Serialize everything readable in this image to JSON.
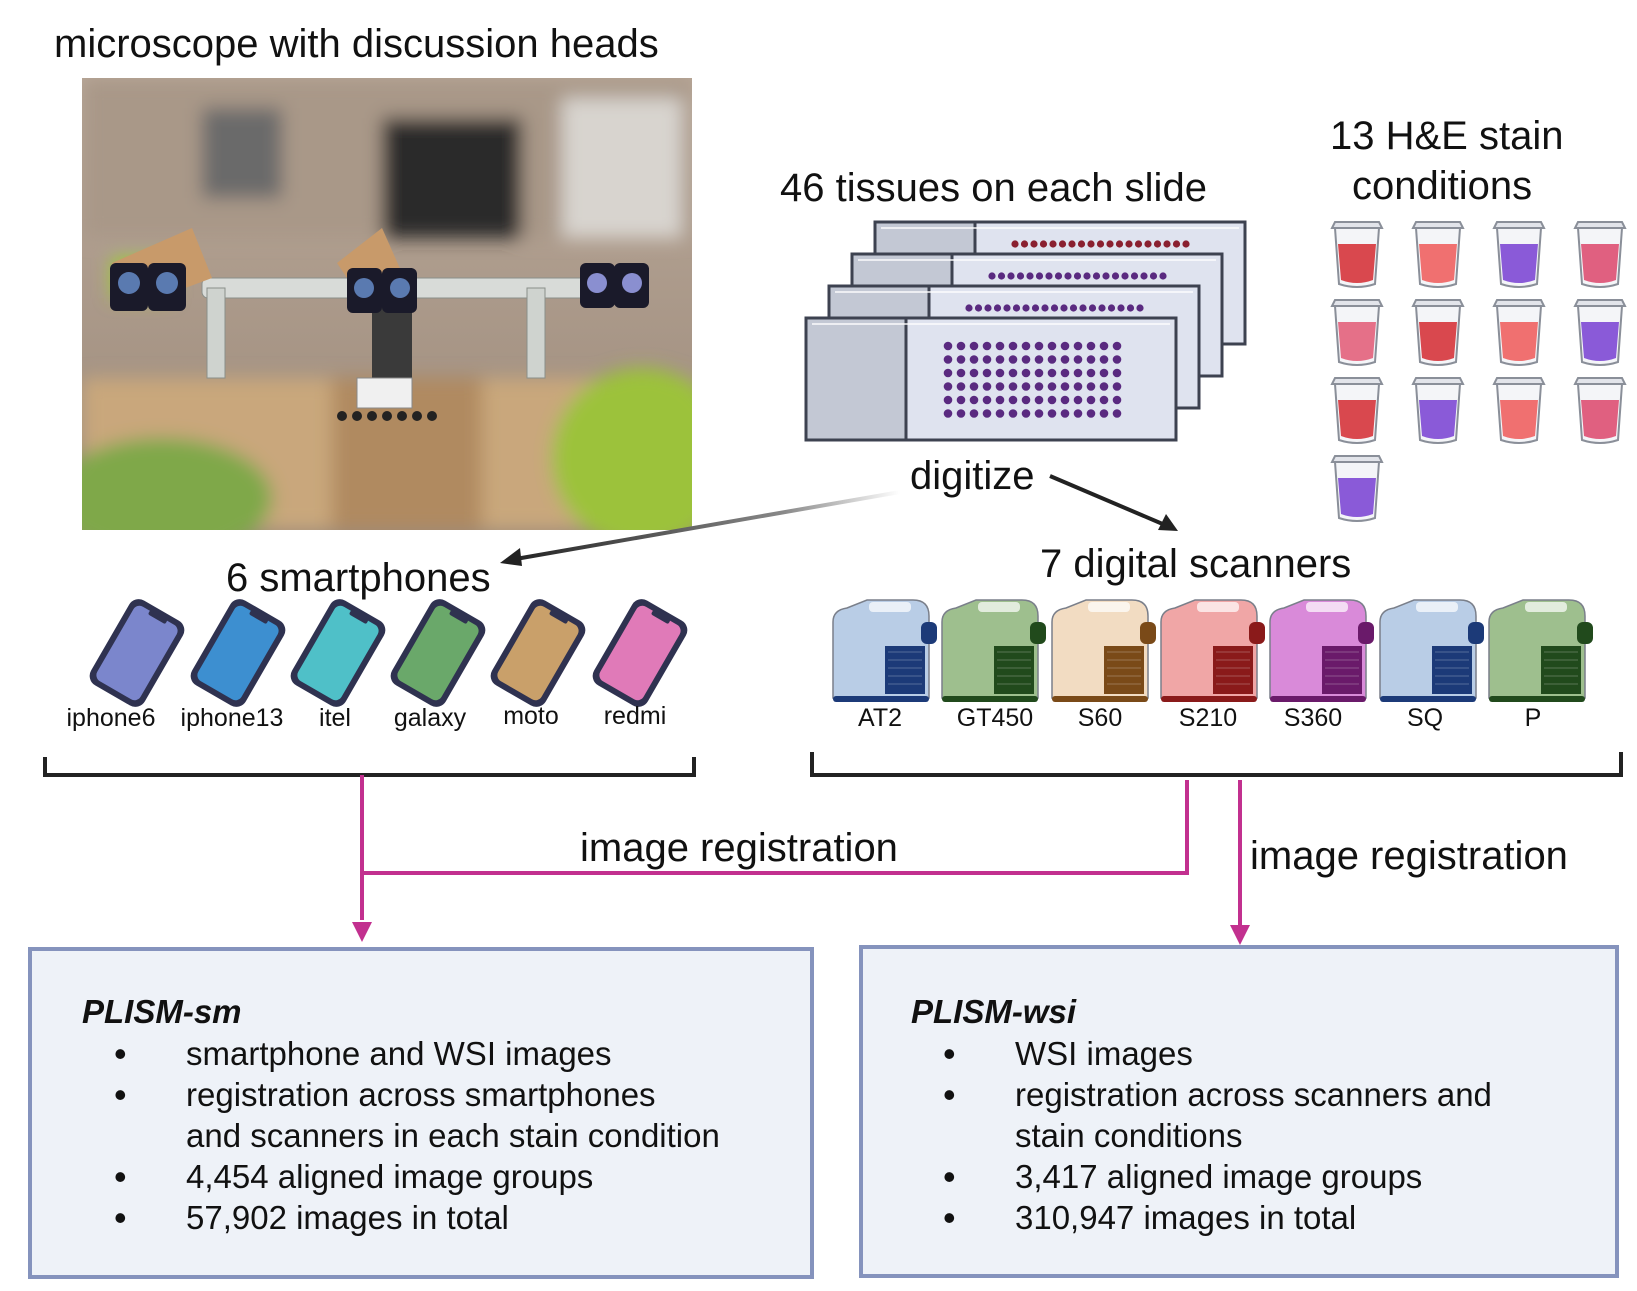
{
  "microscope": {
    "title": "microscope with discussion heads"
  },
  "slide": {
    "title": "46 tissues on each slide"
  },
  "stain": {
    "title_line1": "13 H&E stain",
    "title_line2": "conditions",
    "count": 13,
    "colors": [
      "#d9484e",
      "#f07070",
      "#8a5ad8",
      "#e06080",
      "#e57088",
      "#d9484e",
      "#f07070",
      "#8a5ad8",
      "#d9484e",
      "#8a5ad8",
      "#f07070",
      "#e06080",
      "#8a5ad8"
    ]
  },
  "digitize": {
    "label": "digitize"
  },
  "smartphones": {
    "title": "6 smartphones",
    "items": [
      {
        "label": "iphone6",
        "color": "#7b86cc"
      },
      {
        "label": "iphone13",
        "color": "#3d8fd0"
      },
      {
        "label": "itel",
        "color": "#4fc0c8"
      },
      {
        "label": "galaxy",
        "color": "#6aa86a"
      },
      {
        "label": "moto",
        "color": "#c9a06a"
      },
      {
        "label": "redmi",
        "color": "#e07ab8"
      }
    ]
  },
  "scanners": {
    "title": "7 digital scanners",
    "items": [
      {
        "label": "AT2",
        "color": "#b9cde6",
        "dark": "#1c3a78"
      },
      {
        "label": "GT450",
        "color": "#9ebf8e",
        "dark": "#214a1c"
      },
      {
        "label": "S60",
        "color": "#f2dcc2",
        "dark": "#7a4a18"
      },
      {
        "label": "S210",
        "color": "#f0a6a6",
        "dark": "#8a1a1a"
      },
      {
        "label": "S360",
        "color": "#d98ad9",
        "dark": "#6a1a6a"
      },
      {
        "label": "SQ",
        "color": "#b9cde6",
        "dark": "#1c3a78"
      },
      {
        "label": "P",
        "color": "#9ebf8e",
        "dark": "#214a1c"
      }
    ]
  },
  "registration": {
    "left_label": "image registration",
    "right_label": "image registration"
  },
  "box_sm": {
    "title": "PLISM-sm",
    "bullets": [
      "smartphone and WSI images",
      "registration across smartphones",
      "and scanners in each stain condition",
      "4,454 aligned image groups",
      "57,902 images in total"
    ]
  },
  "box_wsi": {
    "title": "PLISM-wsi",
    "bullets": [
      "WSI images",
      "registration across scanners and",
      "stain conditions",
      "3,417 aligned image groups",
      "310,947 images in total"
    ]
  },
  "colors": {
    "accent_magenta": "#c2308f",
    "box_border": "#8593bd",
    "box_fill": "#eef2f8",
    "tissue_dot": "#5a2a80"
  }
}
